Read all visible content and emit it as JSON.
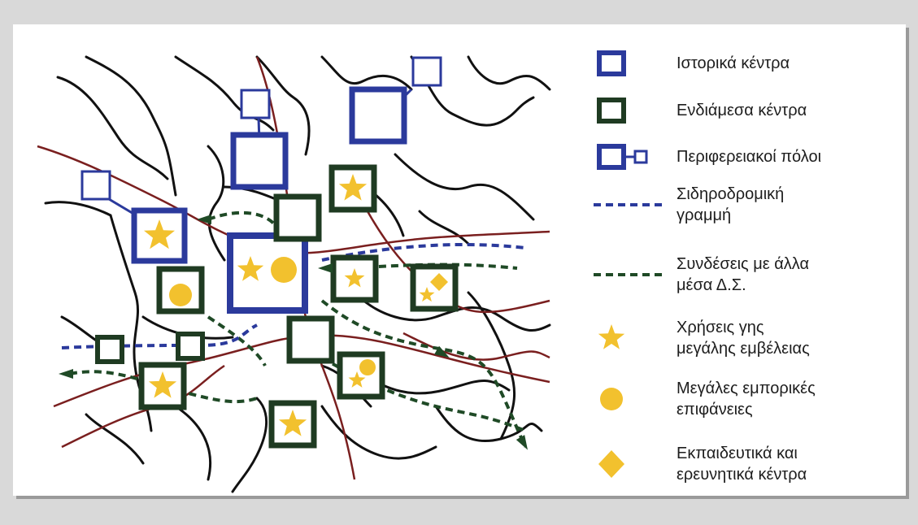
{
  "colors": {
    "historic": "#2b3a9c",
    "intermediate": "#1f3b22",
    "star": "#f2c12e",
    "roads_black": "#111111",
    "roads_red": "#7a1f1f",
    "rail": "#2b3a9c",
    "links": "#1f4a26"
  },
  "legend": {
    "historic_centers": "Ιστορικά κέντρα",
    "intermediate_centers": "Ενδιάμεσα κέντρα",
    "peripheral_poles": "Περιφερειακοί πόλοι",
    "railway_line": "Σιδηροδρομική\nγραμμή",
    "public_transport_links": "Συνδέσεις με άλλα\nμέσα Δ.Σ.",
    "large_scale_land_uses": "Χρήσεις γης\nμεγάλης εμβέλειας",
    "large_retail_areas": "Μεγάλες εμπορικές\nεπιφάνειες",
    "education_research_centers": "Εκπαιδευτικά και\nερευνητικά κέντρα"
  },
  "icons": [
    "square-blue-icon",
    "square-dark-green-icon",
    "peripheral-pole-icon",
    "railway-dashed-icon",
    "transport-link-dashed-icon",
    "star-icon",
    "circle-icon",
    "diamond-icon"
  ]
}
